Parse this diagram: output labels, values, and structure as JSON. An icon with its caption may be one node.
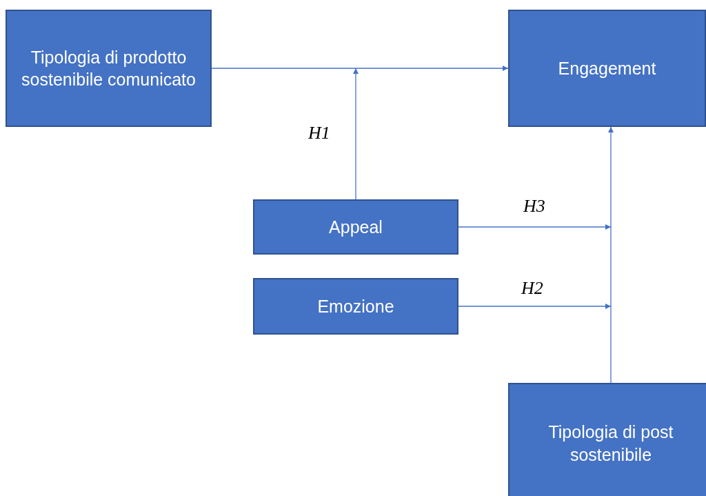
{
  "diagram": {
    "nodes": [
      {
        "text": [
          "Tipologia di prodotto sostenibile comunicato"
        ]
      },
      {
        "text": [
          "Engagement"
        ]
      },
      {
        "text": [
          "Appeal"
        ]
      },
      {
        "text": [
          "Emozione"
        ]
      },
      {
        "text": [
          "Tipologia di post sostenibile"
        ]
      }
    ],
    "edges": [
      {
        "from": 0,
        "to": 1,
        "arrow": "to"
      },
      {
        "from": 2,
        "to": null,
        "arrow": "to",
        "label": "H1"
      },
      {
        "from": 4,
        "to": 1,
        "arrow": "to"
      },
      {
        "from": 2,
        "to": null,
        "arrow": "to",
        "label": "H3"
      },
      {
        "from": 3,
        "to": null,
        "arrow": "to",
        "label": "H2"
      }
    ]
  }
}
